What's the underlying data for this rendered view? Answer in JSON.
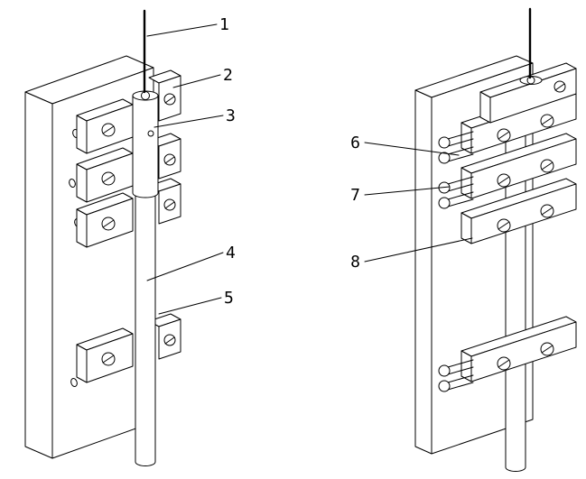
{
  "diagram": {
    "title": "isometric-assembly-drawing-two-views",
    "background": "#ffffff",
    "line_color": "#000000",
    "callouts": [
      {
        "label": "1"
      },
      {
        "label": "2"
      },
      {
        "label": "3"
      },
      {
        "label": "4"
      },
      {
        "label": "5"
      },
      {
        "label": "6"
      },
      {
        "label": "7"
      },
      {
        "label": "8"
      }
    ]
  }
}
